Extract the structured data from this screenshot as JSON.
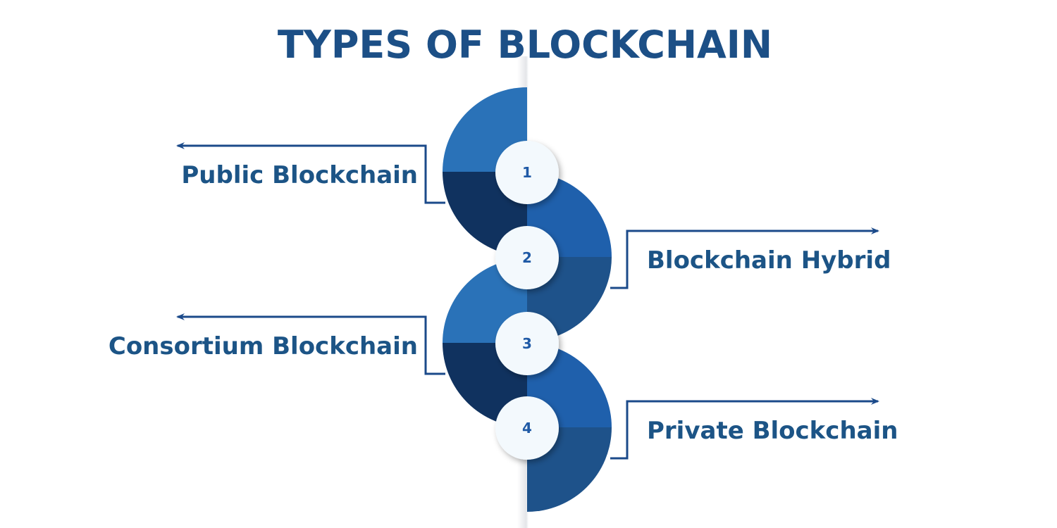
{
  "title": "TYPES OF BLOCKCHAIN",
  "colors": {
    "title": "#1c4f86",
    "label": "#1c5486",
    "connector": "#1b4a8a",
    "left_top": "#2a72b8",
    "left_bottom": "#10325f",
    "right_top": "#1f60ac",
    "right_bottom": "#1e528a",
    "badge": "#f3f9fd"
  },
  "items": [
    {
      "number": "1",
      "label": "Public Blockchain",
      "side": "left"
    },
    {
      "number": "2",
      "label": "Blockchain Hybrid",
      "side": "right"
    },
    {
      "number": "3",
      "label": "Consortium Blockchain",
      "side": "left"
    },
    {
      "number": "4",
      "label": "Private Blockchain",
      "side": "right"
    }
  ]
}
